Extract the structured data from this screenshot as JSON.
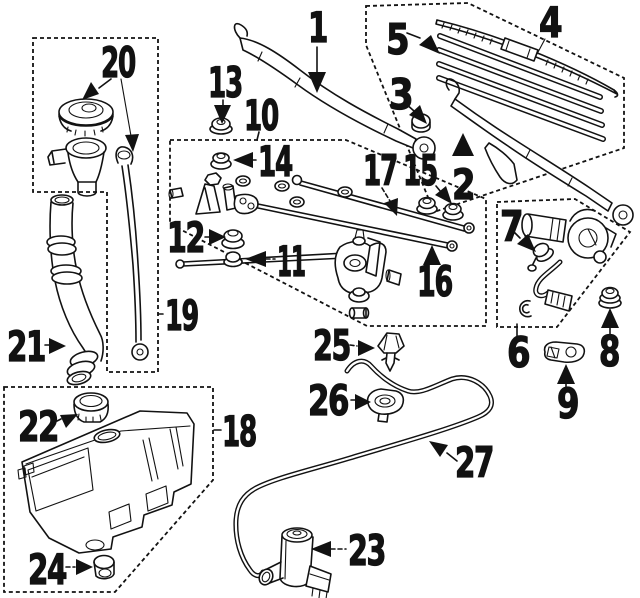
{
  "diagram": {
    "background_color": "#ffffff",
    "ink_color": "#121212",
    "callout_count": 27
  },
  "callouts": {
    "c1": "1",
    "c2": "2",
    "c3": "3",
    "c4": "4",
    "c5": "5",
    "c6": "6",
    "c7": "7",
    "c8": "8",
    "c9": "9",
    "c10": "10",
    "c11": "11",
    "c12": "12",
    "c13": "13",
    "c14": "14",
    "c15": "15",
    "c16": "16",
    "c17": "17",
    "c18": "18",
    "c19": "19",
    "c20": "20",
    "c21": "21",
    "c22": "22",
    "c23": "23",
    "c24": "24",
    "c25": "25",
    "c26": "26",
    "c27": "27"
  }
}
